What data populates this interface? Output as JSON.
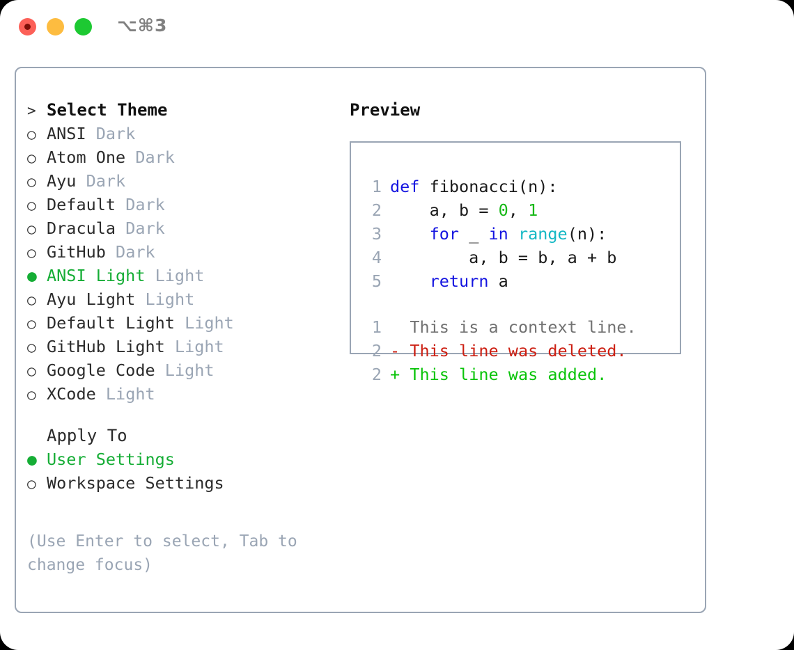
{
  "titlebar": {
    "shortcut": "⌥⌘3",
    "buttons": [
      {
        "name": "close",
        "color": "#fc6058"
      },
      {
        "name": "minimize",
        "color": "#fdbc40"
      },
      {
        "name": "maximize",
        "color": "#1dc932"
      }
    ]
  },
  "theme_picker": {
    "prompt_marker": ">",
    "heading": "Select Theme",
    "bullet_unselected": "○",
    "bullet_selected": "●",
    "items": [
      {
        "bullet": "○",
        "name": "ANSI",
        "kind": "Dark",
        "selected": false
      },
      {
        "bullet": "○",
        "name": "Atom One",
        "kind": "Dark",
        "selected": false
      },
      {
        "bullet": "○",
        "name": "Ayu",
        "kind": "Dark",
        "selected": false
      },
      {
        "bullet": "○",
        "name": "Default",
        "kind": "Dark",
        "selected": false
      },
      {
        "bullet": "○",
        "name": "Dracula",
        "kind": "Dark",
        "selected": false
      },
      {
        "bullet": "○",
        "name": "GitHub",
        "kind": "Dark",
        "selected": false
      },
      {
        "bullet": "●",
        "name": "ANSI Light",
        "kind": "Light",
        "selected": true
      },
      {
        "bullet": "○",
        "name": "Ayu Light",
        "kind": "Light",
        "selected": false
      },
      {
        "bullet": "○",
        "name": "Default Light",
        "kind": "Light",
        "selected": false
      },
      {
        "bullet": "○",
        "name": "GitHub Light",
        "kind": "Light",
        "selected": false
      },
      {
        "bullet": "○",
        "name": "Google Code",
        "kind": "Light",
        "selected": false
      },
      {
        "bullet": "○",
        "name": "XCode",
        "kind": "Light",
        "selected": false
      }
    ]
  },
  "apply_to": {
    "heading": "Apply To",
    "options": [
      {
        "bullet": "●",
        "label": "User Settings",
        "selected": true
      },
      {
        "bullet": "○",
        "label": "Workspace Settings",
        "selected": false
      }
    ]
  },
  "hint": "(Use Enter to select, Tab to change focus)",
  "preview": {
    "title": "Preview",
    "code_lines": [
      {
        "n": "1",
        "tokens": [
          {
            "t": "def",
            "c": "kw"
          },
          {
            "t": " fibonacci(n):",
            "c": "plain"
          }
        ]
      },
      {
        "n": "2",
        "tokens": [
          {
            "t": "    a, b = ",
            "c": "plain"
          },
          {
            "t": "0",
            "c": "num"
          },
          {
            "t": ", ",
            "c": "plain"
          },
          {
            "t": "1",
            "c": "num"
          }
        ]
      },
      {
        "n": "3",
        "tokens": [
          {
            "t": "    ",
            "c": "plain"
          },
          {
            "t": "for",
            "c": "kw"
          },
          {
            "t": " _ ",
            "c": "plain"
          },
          {
            "t": "in",
            "c": "kw"
          },
          {
            "t": " ",
            "c": "plain"
          },
          {
            "t": "range",
            "c": "fn"
          },
          {
            "t": "(n):",
            "c": "plain"
          }
        ]
      },
      {
        "n": "4",
        "tokens": [
          {
            "t": "        a, b = b, a + b",
            "c": "plain"
          }
        ]
      },
      {
        "n": "5",
        "tokens": [
          {
            "t": "    ",
            "c": "plain"
          },
          {
            "t": "return",
            "c": "kw"
          },
          {
            "t": " a",
            "c": "plain"
          }
        ]
      }
    ],
    "diff_lines": [
      {
        "n": "1",
        "sign": " ",
        "text": "This is a context line.",
        "cls": "dctx"
      },
      {
        "n": "2",
        "sign": "-",
        "text": "This line was deleted.",
        "cls": "ddel"
      },
      {
        "n": "2",
        "sign": "+",
        "text": "This line was added.",
        "cls": "dadd"
      }
    ]
  },
  "colors": {
    "selected_green": "#15ad35",
    "muted": "#9aa5b4",
    "keyword_blue": "#1414e0",
    "function_cyan": "#14b8c4",
    "number_green": "#16b816",
    "diff_add": "#0ac40a",
    "diff_del": "#cc1f12",
    "border": "#9aa5b4"
  }
}
